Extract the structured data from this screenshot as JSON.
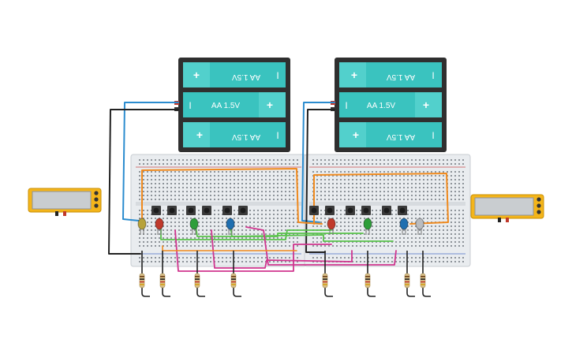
{
  "battery_packs": [
    {
      "name": "left",
      "cells": [
        {
          "label": "AA 1.5V",
          "orientation": "flipped",
          "plus": "+",
          "minus": "I"
        },
        {
          "label": "AA 1.5V",
          "orientation": "normal",
          "plus": "+",
          "minus": "I"
        },
        {
          "label": "AA 1.5V",
          "orientation": "flipped",
          "plus": "+",
          "minus": "I"
        }
      ]
    },
    {
      "name": "right",
      "cells": [
        {
          "label": "AA 1.5V",
          "orientation": "flipped",
          "plus": "+",
          "minus": "I"
        },
        {
          "label": "AA 1.5V",
          "orientation": "normal",
          "plus": "+",
          "minus": "I"
        },
        {
          "label": "AA 1.5V",
          "orientation": "flipped",
          "plus": "+",
          "minus": "I"
        }
      ]
    }
  ],
  "multimeters": [
    {
      "name": "left",
      "display": ""
    },
    {
      "name": "right",
      "display": ""
    }
  ],
  "leds": [
    {
      "color": "yellow",
      "hex": "#b7a23a"
    },
    {
      "color": "red",
      "hex": "#c0392b"
    },
    {
      "color": "green",
      "hex": "#2e9e3a"
    },
    {
      "color": "blue",
      "hex": "#1f6fb0"
    },
    {
      "color": "red",
      "hex": "#c0392b"
    },
    {
      "color": "green",
      "hex": "#2e9e3a"
    },
    {
      "color": "blue",
      "hex": "#1f6fb0"
    },
    {
      "color": "white",
      "hex": "#b9bcc0"
    }
  ],
  "wire_colors": {
    "power": "#2b8ccf",
    "ground": "#222222",
    "orange": "#f08a1e",
    "green": "#58c24a",
    "magenta": "#d0368f"
  },
  "colors": {
    "battery_teal": "#3ac3bf",
    "battery_case": "#2f2f2f",
    "breadboard": "#e9ecef",
    "meter_body": "#f4b51a"
  }
}
